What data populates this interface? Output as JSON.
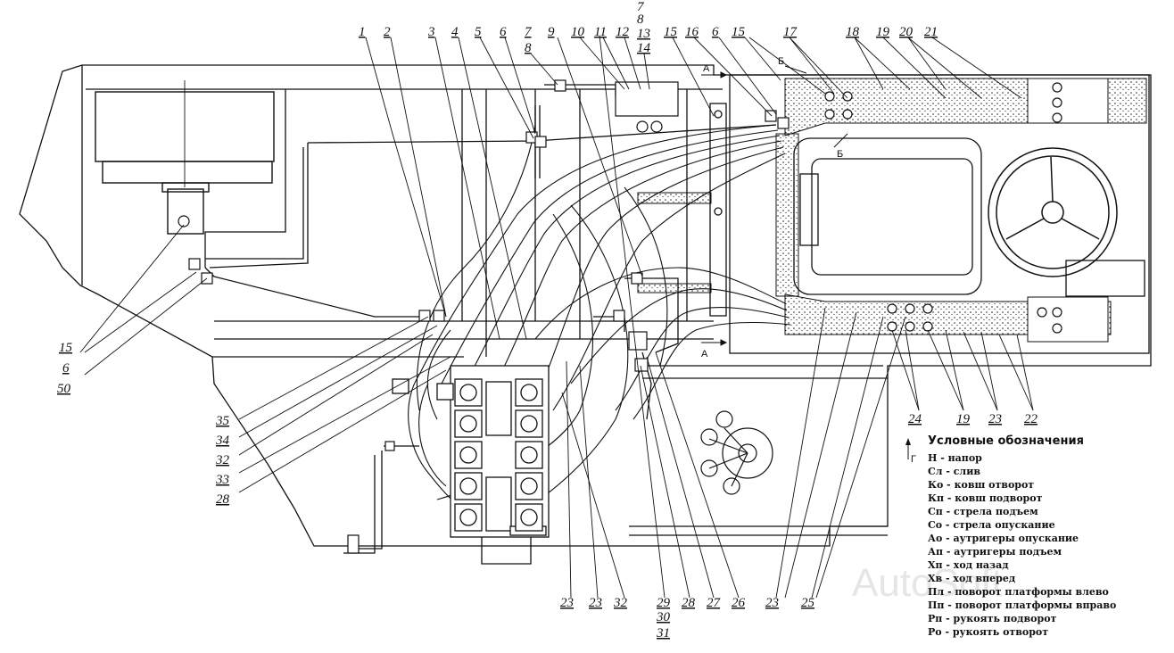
{
  "diagram": {
    "top_callouts": [
      "1",
      "2",
      "3",
      "4",
      "5",
      "6",
      "7",
      "9",
      "10",
      "11",
      "12",
      "15",
      "16",
      "6",
      "15",
      "17",
      "18",
      "19",
      "20",
      "21"
    ],
    "stacked_callout": [
      "7",
      "8",
      "13",
      "14"
    ],
    "callout_8_small": "8",
    "left_callouts": [
      "15",
      "6",
      "50"
    ],
    "mid_left_callouts": [
      "35",
      "34",
      "32",
      "33",
      "28"
    ],
    "bottom_callouts": [
      "23",
      "23",
      "32",
      "29",
      "30",
      "31",
      "28",
      "27",
      "26",
      "23",
      "25"
    ],
    "right_callouts": [
      "24",
      "19",
      "23",
      "22"
    ],
    "view_labels": [
      "А",
      "Б",
      "Б",
      "А"
    ],
    "legend_arrow_label": "Г",
    "watermark": "AutoSoft"
  },
  "legend": {
    "title": "Условные обозначения",
    "items": [
      "Н - напор",
      "Сл - слив",
      "Ко - ковш отворот",
      "Кп - ковш подворот",
      "Сп - стрела подъем",
      "Со - стрела опускание",
      "Ао - аутригеры опускание",
      "Ап - аутригеры подъем",
      "Хп - ход назад",
      "Хв - ход вперед",
      "Пл - поворот платформы влево",
      "Пп - поворот платформы вправо",
      "Рп - рукоять подворот",
      "Ро - рукоять отворот"
    ]
  }
}
